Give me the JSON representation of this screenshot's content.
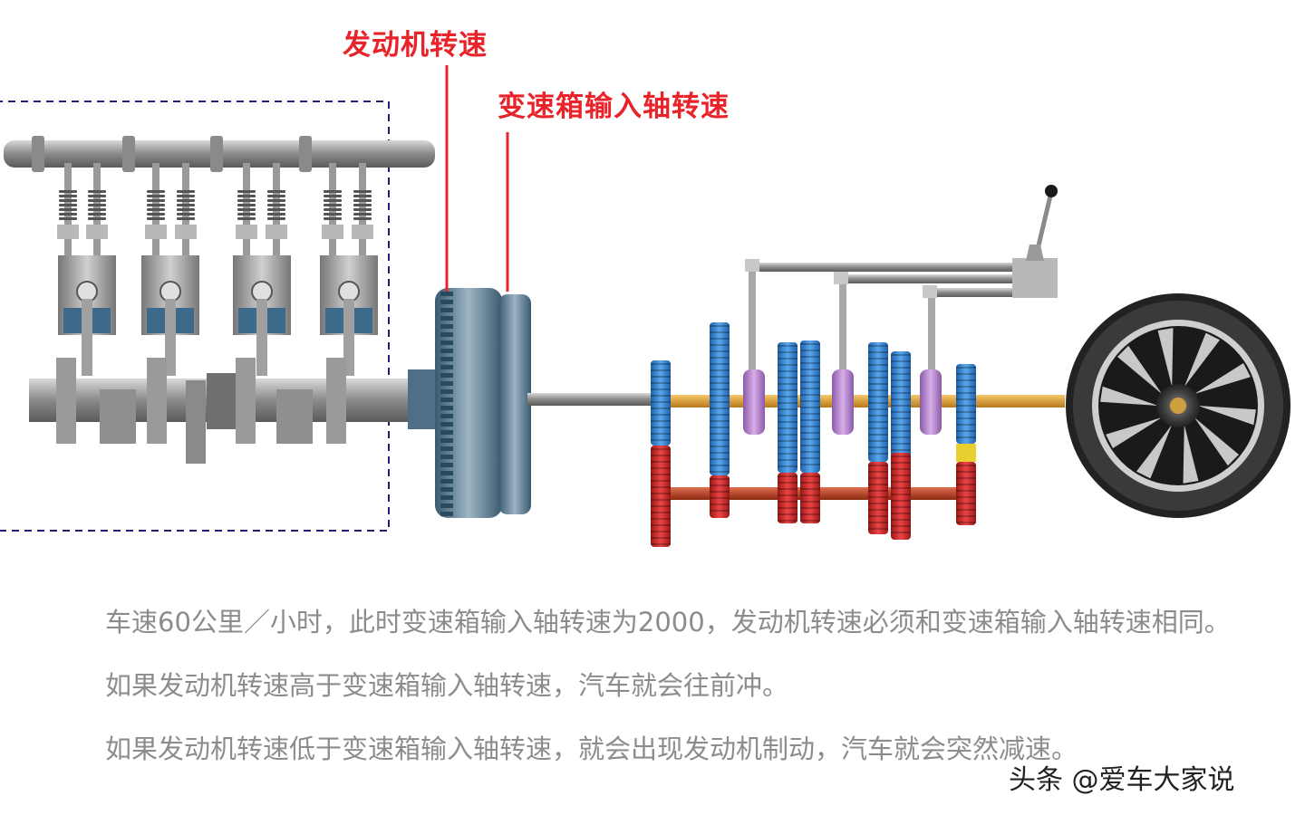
{
  "labels": {
    "engine_speed": "发动机转速",
    "input_shaft_speed": "变速箱输入轴转速"
  },
  "captions": [
    "车速60公里／小时，此时变速箱输入轴转速为2000，发动机转速必须和变速箱输入轴转速相同。",
    "如果发动机转速高于变速箱输入轴转速，汽车就会往前冲。",
    "如果发动机转速低于变速箱输入轴转速，就会出现发动机制动，汽车就会突然减速。"
  ],
  "watermark": "头条 @爱车大家说",
  "colors": {
    "label_red": "#e8232a",
    "caption_gray": "#8c8c8c",
    "dashed_box": "#1f1f7a",
    "gear_blue": "#2a7fd4",
    "gear_red": "#d42a2a",
    "synchro_purple": "#b07ac8",
    "output_shaft": "#e0a030",
    "countershaft": "#c84a1e"
  }
}
